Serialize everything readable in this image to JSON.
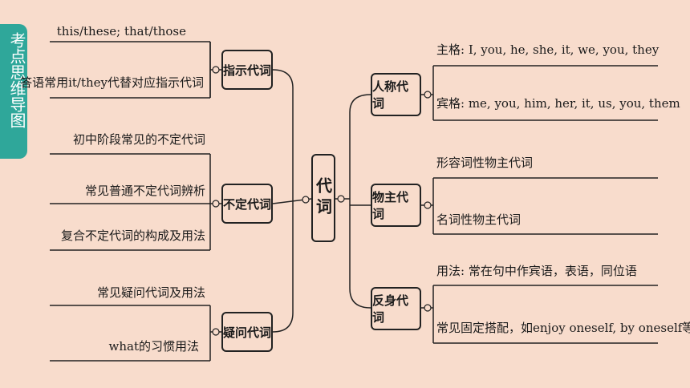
{
  "sidebar": {
    "tab_label": "考点思维导图"
  },
  "root": {
    "label": "代词"
  },
  "branches": {
    "demonstrative": {
      "label": "指示代词",
      "items": [
        "this/these; that/those",
        "答语常用it/they代替对应指示代词"
      ]
    },
    "indefinite": {
      "label": "不定代词",
      "items": [
        "初中阶段常见的不定代词",
        "常见普通不定代词辨析",
        "复合不定代词的构成及用法"
      ]
    },
    "interrogative": {
      "label": "疑问代词",
      "items": [
        "常见疑问代词及用法",
        "what的习惯用法"
      ]
    },
    "personal": {
      "label": "人称代词",
      "items": [
        "主格: I, you, he, she, it, we, you, they",
        "宾格: me, you, him, her, it, us, you, them"
      ]
    },
    "possessive": {
      "label": "物主代词",
      "items": [
        "形容词性物主代词",
        "名词性物主代词"
      ]
    },
    "reflexive": {
      "label": "反身代词",
      "items": [
        "用法: 常在句中作宾语，表语，同位语",
        "常见固定搭配，如enjoy oneself, by oneself等"
      ]
    }
  },
  "colors": {
    "background": "#f8dccc",
    "accent": "#2fa79a",
    "line": "#222222"
  }
}
